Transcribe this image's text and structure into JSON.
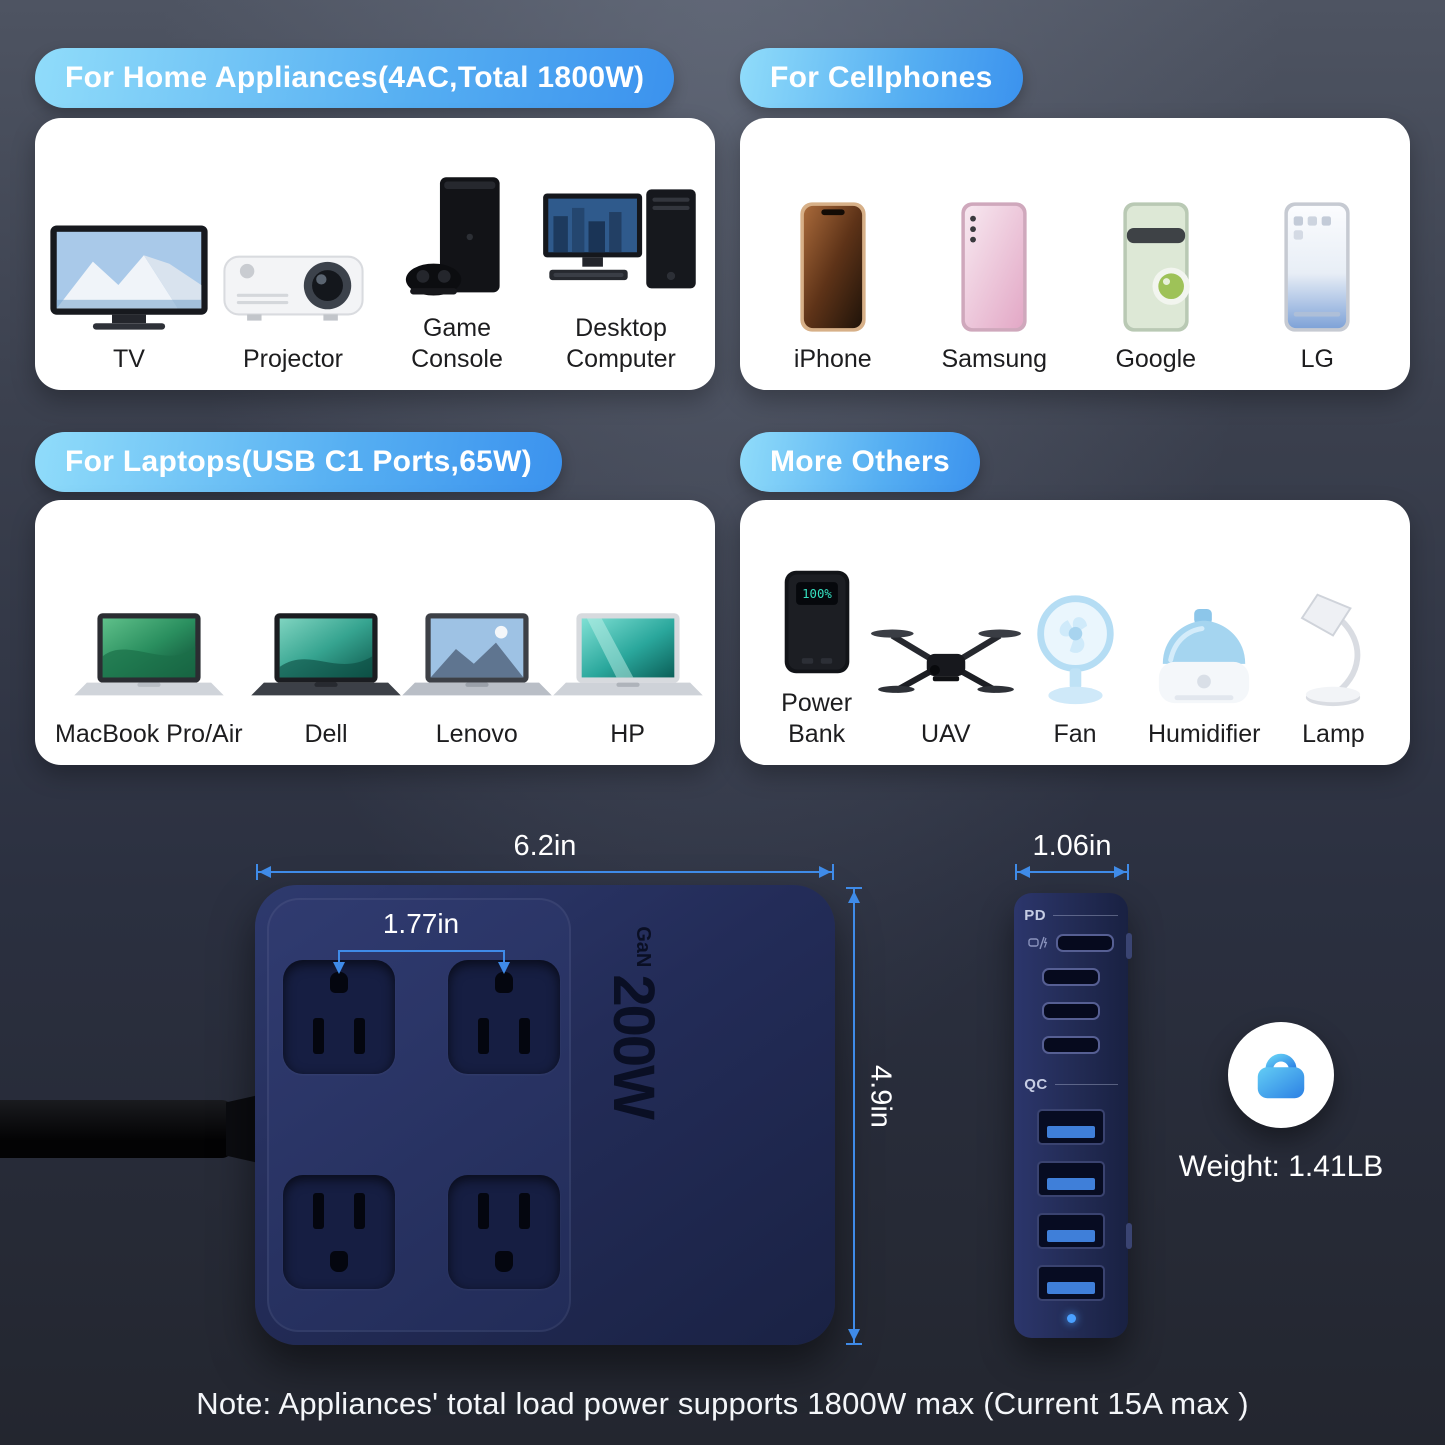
{
  "panels": [
    {
      "title": "For Home Appliances(4AC,Total 1800W)",
      "items": [
        {
          "label": "TV"
        },
        {
          "label": "Projector"
        },
        {
          "label": "Game Console"
        },
        {
          "label": "Desktop Computer"
        }
      ]
    },
    {
      "title": "For Cellphones",
      "items": [
        {
          "label": "iPhone"
        },
        {
          "label": "Samsung"
        },
        {
          "label": "Google"
        },
        {
          "label": "LG"
        }
      ]
    },
    {
      "title": "For Laptops(USB C1 Ports,65W)",
      "items": [
        {
          "label": "MacBook Pro/Air"
        },
        {
          "label": "Dell"
        },
        {
          "label": "Lenovo"
        },
        {
          "label": "HP"
        }
      ]
    },
    {
      "title": "More Others",
      "items": [
        {
          "label": "Power Bank",
          "screen_text": "100%"
        },
        {
          "label": "UAV"
        },
        {
          "label": "Fan"
        },
        {
          "label": "Humidifier"
        },
        {
          "label": "Lamp"
        }
      ]
    }
  ],
  "device": {
    "power_rating": "200W",
    "tech": "GaN",
    "pd_label": "PD",
    "qc_label": "QC"
  },
  "dimensions": {
    "width": "6.2in",
    "outlet_spacing": "1.77in",
    "height": "4.9in",
    "depth": "1.06in",
    "weight": "Weight: 1.41LB"
  },
  "note": "Note:  Appliances' total load power supports 1800W max (Current 15A max )",
  "colors": {
    "accent_blue": "#3f8be8",
    "pill_gradient_start": "#90dcfa",
    "pill_gradient_end": "#3b92ee",
    "strip_navy": "#232c55"
  }
}
